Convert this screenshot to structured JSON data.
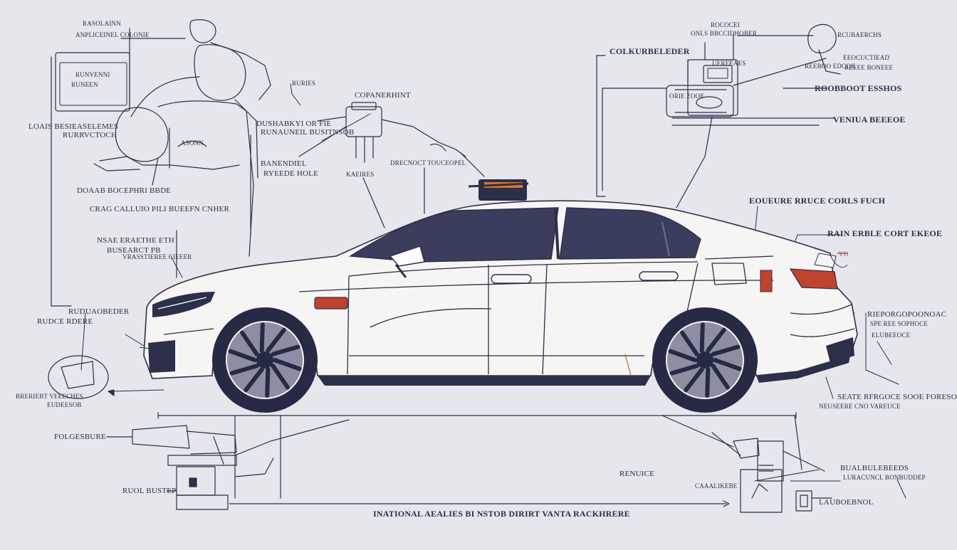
{
  "colors": {
    "background": "#e6e7ec",
    "ink": "#2b2f4a",
    "car_body": "#f6f5f3",
    "window": "#3a3d5c",
    "tire": "#262a45",
    "taillight": "#c0432f",
    "beacon_orange": "#e0722a"
  },
  "labels": {
    "l01": "RASOLAINN",
    "l02": "ANPLICEINEL COLONIE",
    "l03": "RUNVENNI",
    "l04": "RUNEEN",
    "l05": "LOAIS BESIEASELEMES",
    "l06": "RURRVCTOCH",
    "l07": "RURIES",
    "l08": "DUSHABKYI OR FIE",
    "l09": "RUNAUNEIL BUSITNSOB",
    "l10": "ASONN",
    "l11": "DOAAB BOCEPHRI BBDE",
    "l12": "CRAG CALLUIO PILI BUEEFN CNHER",
    "l13": "BANENDIEL",
    "l14": "RYEEDE HOLE",
    "l15": "KAEIRES",
    "l16": "COPANERHINT",
    "l17": "DRECNOCT TOUCEOPEL",
    "l18": "NSAE ERAETHE ETH",
    "l19": "BUSEARCT PB",
    "l20": "VRASSTIEREE CIEEER",
    "l21": "COLKURBELEDER",
    "l22": "ONLS BBCCIDHOBER",
    "l23": "ROCOCEI",
    "l24": "RCUBAERCHS",
    "l25": "REEBOO EDCOK",
    "l26": "EEOCUCTIEAD",
    "l27": "REEEE BONEEE",
    "l28": "ROOBBOOT ESSHOS",
    "l29": "VENIUA BEEEOE",
    "l30": "EOUEURE RRUCE CORLS FUCH",
    "l31": "RAIN ERBLE CORT EKEOE",
    "l32": "YO",
    "l33": "RIEPORGOPOONOAC",
    "l34": "SPE REE SOPHOCE",
    "l35": "SEATE RFRGOCE SOOE FORESOTE",
    "l36": "NEUSEERE CNO VAREUCE",
    "l37": "RUDUAOBEDER",
    "l38": "RUDCE RDERE",
    "l39": "BRERIEBT VEEECHES",
    "l40": "EUDEESOB",
    "l41": "FOLGESBURE",
    "l42": "RUOL BUSTEP",
    "l43": "RENUICE",
    "l44": "CAAALIKEBE",
    "l45": "BUALBULEBEEDS",
    "l46": "LURACUNCL BONBUDDEP",
    "l47": "LAUBOEBNOL",
    "l48": "UEREEAES",
    "l49": "ORIE ZOOE",
    "l50": "INATIONAL AEALIES BI NSTOB DIRIRT VANTA RACKHRERE",
    "l51": "ELUBEEOCE"
  }
}
